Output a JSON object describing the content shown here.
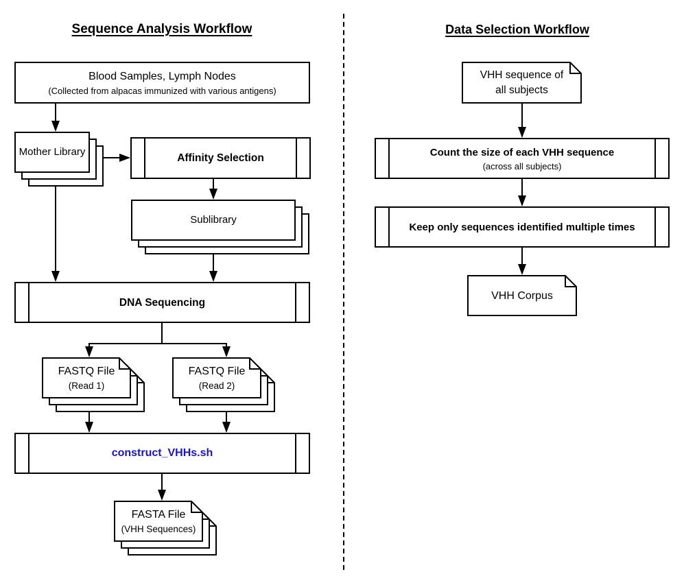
{
  "colors": {
    "stroke": "#000000",
    "background": "#ffffff",
    "script_text": "#1a12cd"
  },
  "left": {
    "title": "Sequence Analysis Workflow",
    "blood": {
      "line1": "Blood Samples, Lymph Nodes",
      "line2": "(Collected from alpacas immunized with various antigens)"
    },
    "mother": {
      "label": "Mother Library"
    },
    "affinity": {
      "label": "Affinity Selection"
    },
    "sublibrary": {
      "label": "Sublibrary"
    },
    "dna": {
      "label": "DNA Sequencing"
    },
    "fastq1": {
      "line1": "FASTQ File",
      "line2": "(Read 1)"
    },
    "fastq2": {
      "line1": "FASTQ File",
      "line2": "(Read 2)"
    },
    "script": {
      "label": "construct_VHHs.sh"
    },
    "fasta": {
      "line1": "FASTA File",
      "line2": "(VHH Sequences)"
    }
  },
  "right": {
    "title": "Data Selection Workflow",
    "input_doc": {
      "line1": "VHH sequence of",
      "line2": "all subjects"
    },
    "count": {
      "line1": "Count the size of each VHH sequence",
      "line2": "(across all subjects)"
    },
    "keep": {
      "label": "Keep only sequences identified multiple times"
    },
    "corpus": {
      "label": "VHH Corpus"
    }
  }
}
